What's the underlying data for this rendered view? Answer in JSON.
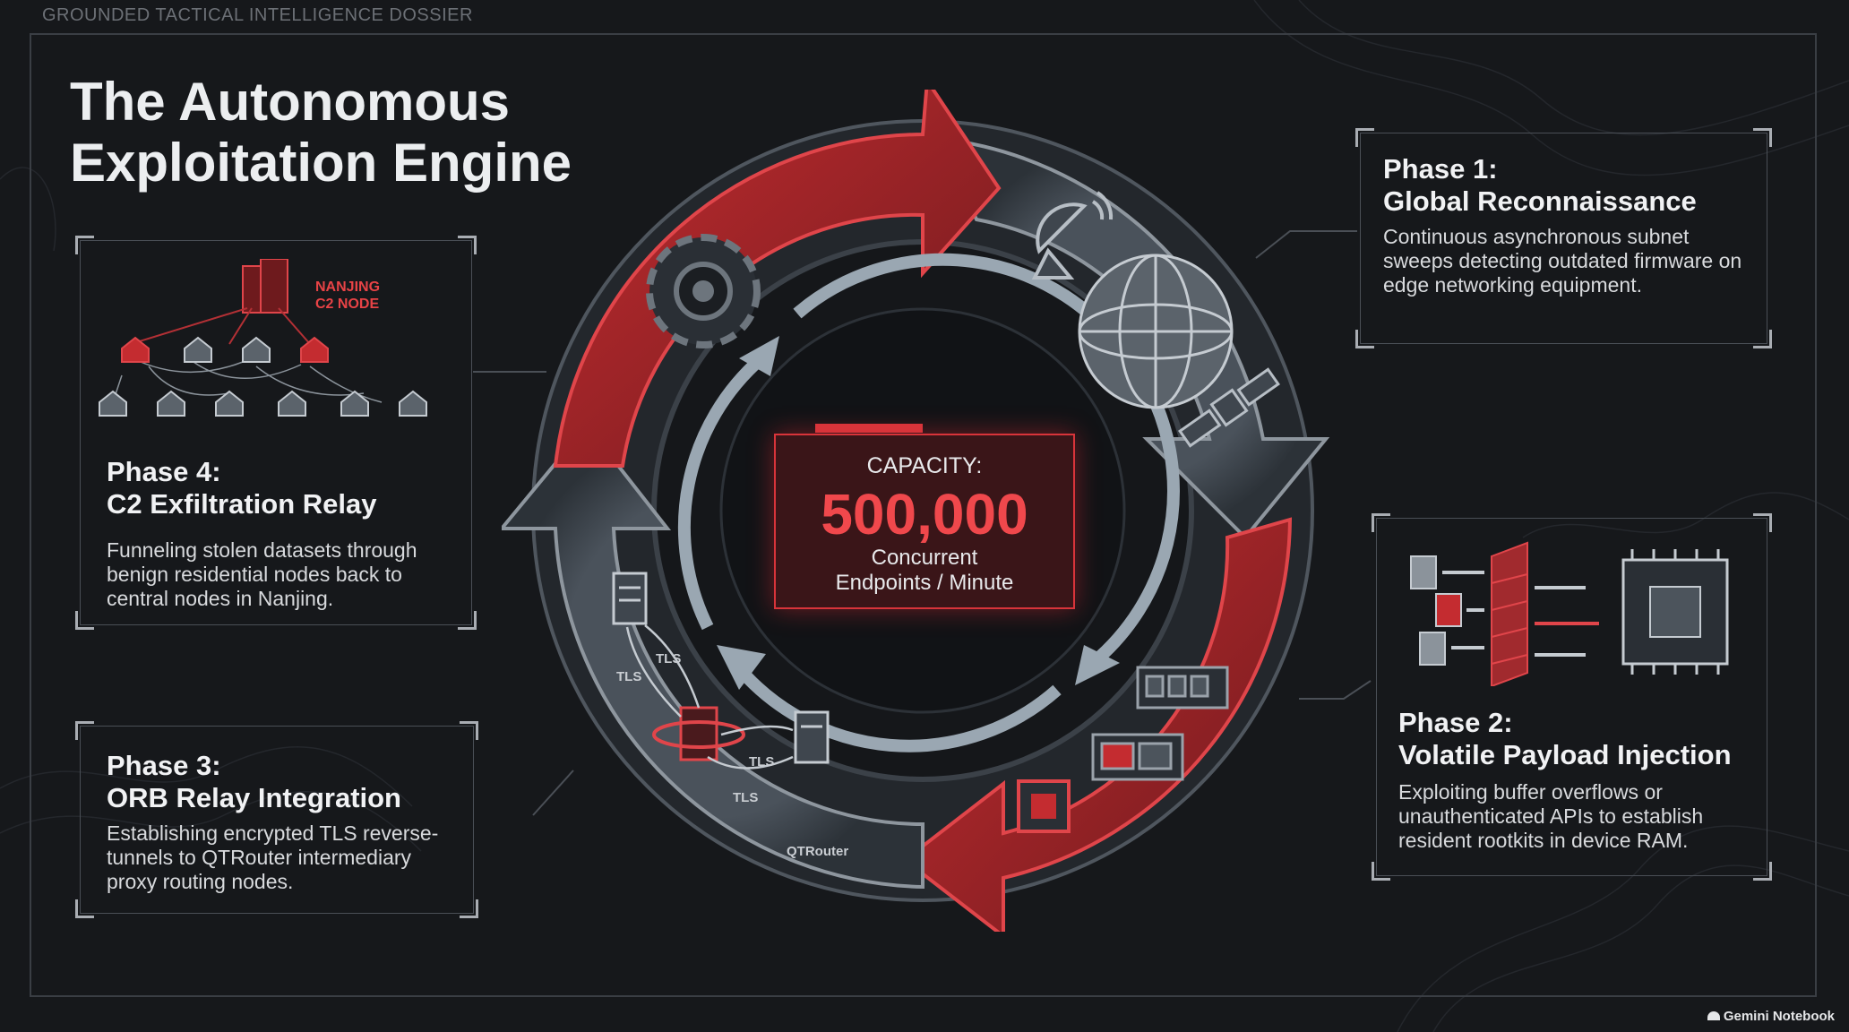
{
  "header": {
    "dossier_label": "GROUNDED TACTICAL INTELLIGENCE DOSSIER"
  },
  "title": {
    "line1": "The Autonomous",
    "line2": "Exploitation Engine"
  },
  "capacity": {
    "label": "CAPACITY:",
    "value": "500,000",
    "unit_line1": "Concurrent",
    "unit_line2": "Endpoints / Minute"
  },
  "phases": [
    {
      "label": "Phase 1:",
      "name": "Global Reconnaissance",
      "description": "Continuous asynchronous subnet sweeps detecting outdated firmware on edge networking equipment."
    },
    {
      "label": "Phase 2:",
      "name": "Volatile Payload Injection",
      "description": "Exploiting buffer overflows or unauthenticated APIs to establish resident rootkits in device RAM."
    },
    {
      "label": "Phase 3:",
      "name": "ORB Relay Integration",
      "description": "Establishing encrypted TLS reverse-tunnels to QTRouter intermediary proxy routing nodes."
    },
    {
      "label": "Phase 4:",
      "name": "C2 Exfiltration Relay",
      "description": "Funneling stolen datasets through benign residential nodes back to central nodes in Nanjing."
    }
  ],
  "icons": {
    "c2_node_line1": "NANJING",
    "c2_node_line2": "C2 NODE",
    "tls": "TLS",
    "qtrouter": "QTRouter"
  },
  "icon_names": [
    "satellite-dish-icon",
    "globe-icon",
    "satellite-icon",
    "gear-icon",
    "server-icon",
    "firewall-icon",
    "chip-icon",
    "memory-module-icon",
    "house-icon"
  ],
  "colors": {
    "background": "#16181b",
    "accent_red": "#d8343a",
    "steel": "#3d444c",
    "text": "#e9eaec"
  },
  "footer": {
    "watermark": "Gemini Notebook"
  }
}
